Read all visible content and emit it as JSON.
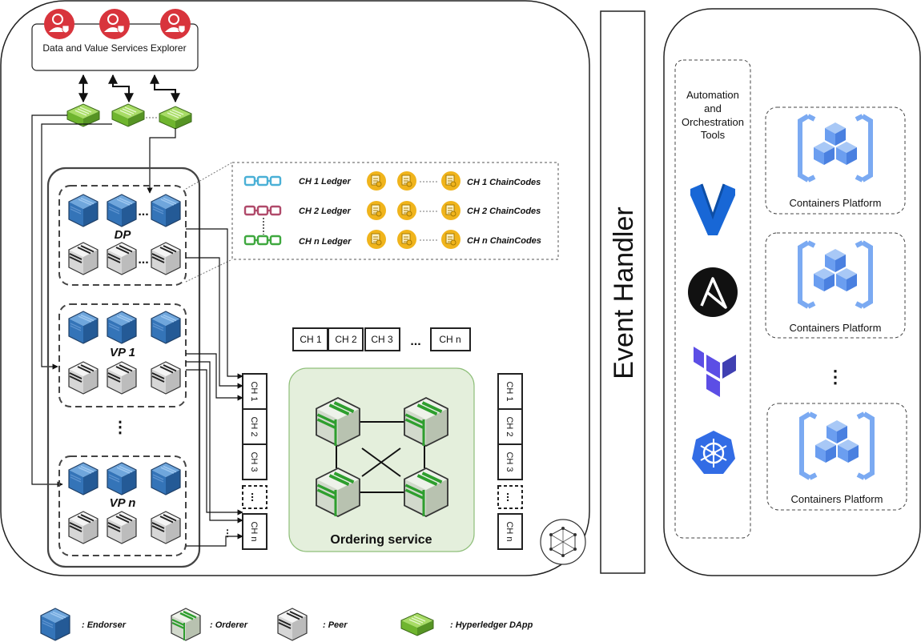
{
  "explorer": {
    "label": "Data and Value Services Explorer"
  },
  "peer_groups": [
    {
      "label": "DP"
    },
    {
      "label": "VP 1"
    },
    {
      "label": "VP n"
    }
  ],
  "ellipsis_vertical": "⋮",
  "ellipsis_dots": "...",
  "ledgers": [
    {
      "label": "CH 1 Ledger",
      "chaincodes": "CH 1 ChainCodes",
      "color": "#4ab0d6"
    },
    {
      "label": "CH 2 Ledger",
      "chaincodes": "CH 2 ChainCodes",
      "color": "#b04a6a"
    },
    {
      "label": "CH n Ledger",
      "chaincodes": "CH n ChainCodes",
      "color": "#3fa83f"
    }
  ],
  "channel_row": [
    "CH 1",
    "CH 2",
    "CH 3",
    "...",
    "CH n"
  ],
  "channel_col_left": [
    "CH 1",
    "CH 2",
    "CH 3",
    "...",
    "CH n"
  ],
  "channel_col_right": [
    "CH 1",
    "CH 2",
    "CH 3",
    "...",
    "CH n"
  ],
  "ordering": {
    "label": "Ordering service"
  },
  "event_handler": {
    "label": "Event Handler"
  },
  "automation": {
    "label_lines": [
      "Automation",
      "and",
      "Orchestration",
      "Tools"
    ]
  },
  "tools_icons": [
    "vagrant-icon",
    "ansible-icon",
    "terraform-icon",
    "kubernetes-icon"
  ],
  "containers": [
    {
      "label": "Containers Platform"
    },
    {
      "label": "Containers Platform"
    },
    {
      "label": "Containers Platform"
    }
  ],
  "legend": [
    {
      "icon": "endorser-icon",
      "label": ": Endorser"
    },
    {
      "icon": "orderer-icon",
      "label": ": Orderer"
    },
    {
      "icon": "peer-icon",
      "label": ": Peer"
    },
    {
      "icon": "dapp-icon",
      "label": ": Hyperledger DApp"
    }
  ],
  "colors": {
    "endorser": "#2a6db5",
    "orderer_green": "#2e9e2e",
    "dapp": "#7ec83a",
    "chaincode": "#f0b41c",
    "ordering_bg": "#e4efdc",
    "container_blue": "#4a86e8",
    "user_red": "#d8343c"
  }
}
